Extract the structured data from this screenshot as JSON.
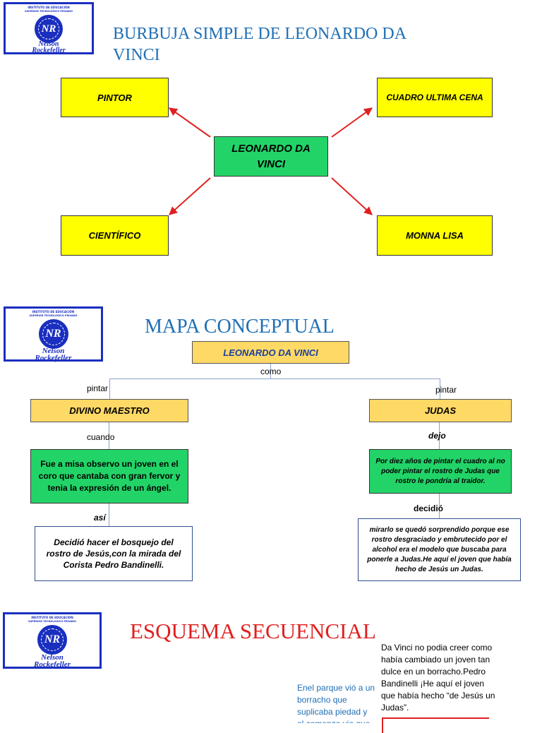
{
  "logo": {
    "top_text": "INSTITUTO DE EDUCACIÓN",
    "sub_text": "SUPERIOR TECNOLÓGICO PRIVADO",
    "initials": "NR",
    "name_line1": "Nelson",
    "name_line2": "Rockefeller"
  },
  "section1": {
    "title": "BURBUJA SIMPLE DE LEONARDO DA VINCI",
    "center": "LEONARDO DA VINCI",
    "bubbles": [
      "PINTOR",
      "CUADRO ULTIMA CENA",
      "CIENTÍFICO",
      "MONNA LISA"
    ]
  },
  "section2": {
    "title": "MAPA CONCEPTUAL",
    "root": "LEONARDO DA VINCI",
    "root_link": "como",
    "left": {
      "link": "pintar",
      "node": "DIVINO  MAESTRO",
      "link2": "cuando",
      "detail": "Fue a misa observo un joven en el coro que cantaba con gran fervor y tenia la expresión de un ángel.",
      "link3": "así",
      "result": "Decidió hacer el bosquejo del rostro de Jesús,con la mirada del Corista Pedro Bandinelli."
    },
    "right": {
      "link": "pintar",
      "node": "JUDAS",
      "link2": "dejo",
      "detail": "Por diez años de pintar el cuadro al no poder pintar el rostro de Judas que rostro le pondría al traidor.",
      "link3": "decidió",
      "result": "mirarlo se quedó sorprendido porque ese rostro desgraciado y embrutecido por el alcohol era el modelo que buscaba para ponerle a Judas.He aquí el joven que había hecho de Jesús un Judas."
    }
  },
  "section3": {
    "title": "ESQUEMA SECUENCIAL",
    "text_right": "Da Vinci no podia creer como había cambiado un joven tan dulce en un borracho.Pedro Bandinelli ¡He aquí el joven que había hecho “de Jesús un Judas”.",
    "text_left": "Enel parque vió a un borracho que suplicaba piedad y el comenzo vio que"
  },
  "colors": {
    "title_blue": "#1f6fb5",
    "title_red": "#e02020",
    "arrow_red": "#e02020",
    "yellow": "#ffff00",
    "green": "#22d468",
    "orange": "#ffd966",
    "logo_blue": "#1a2fbf"
  }
}
